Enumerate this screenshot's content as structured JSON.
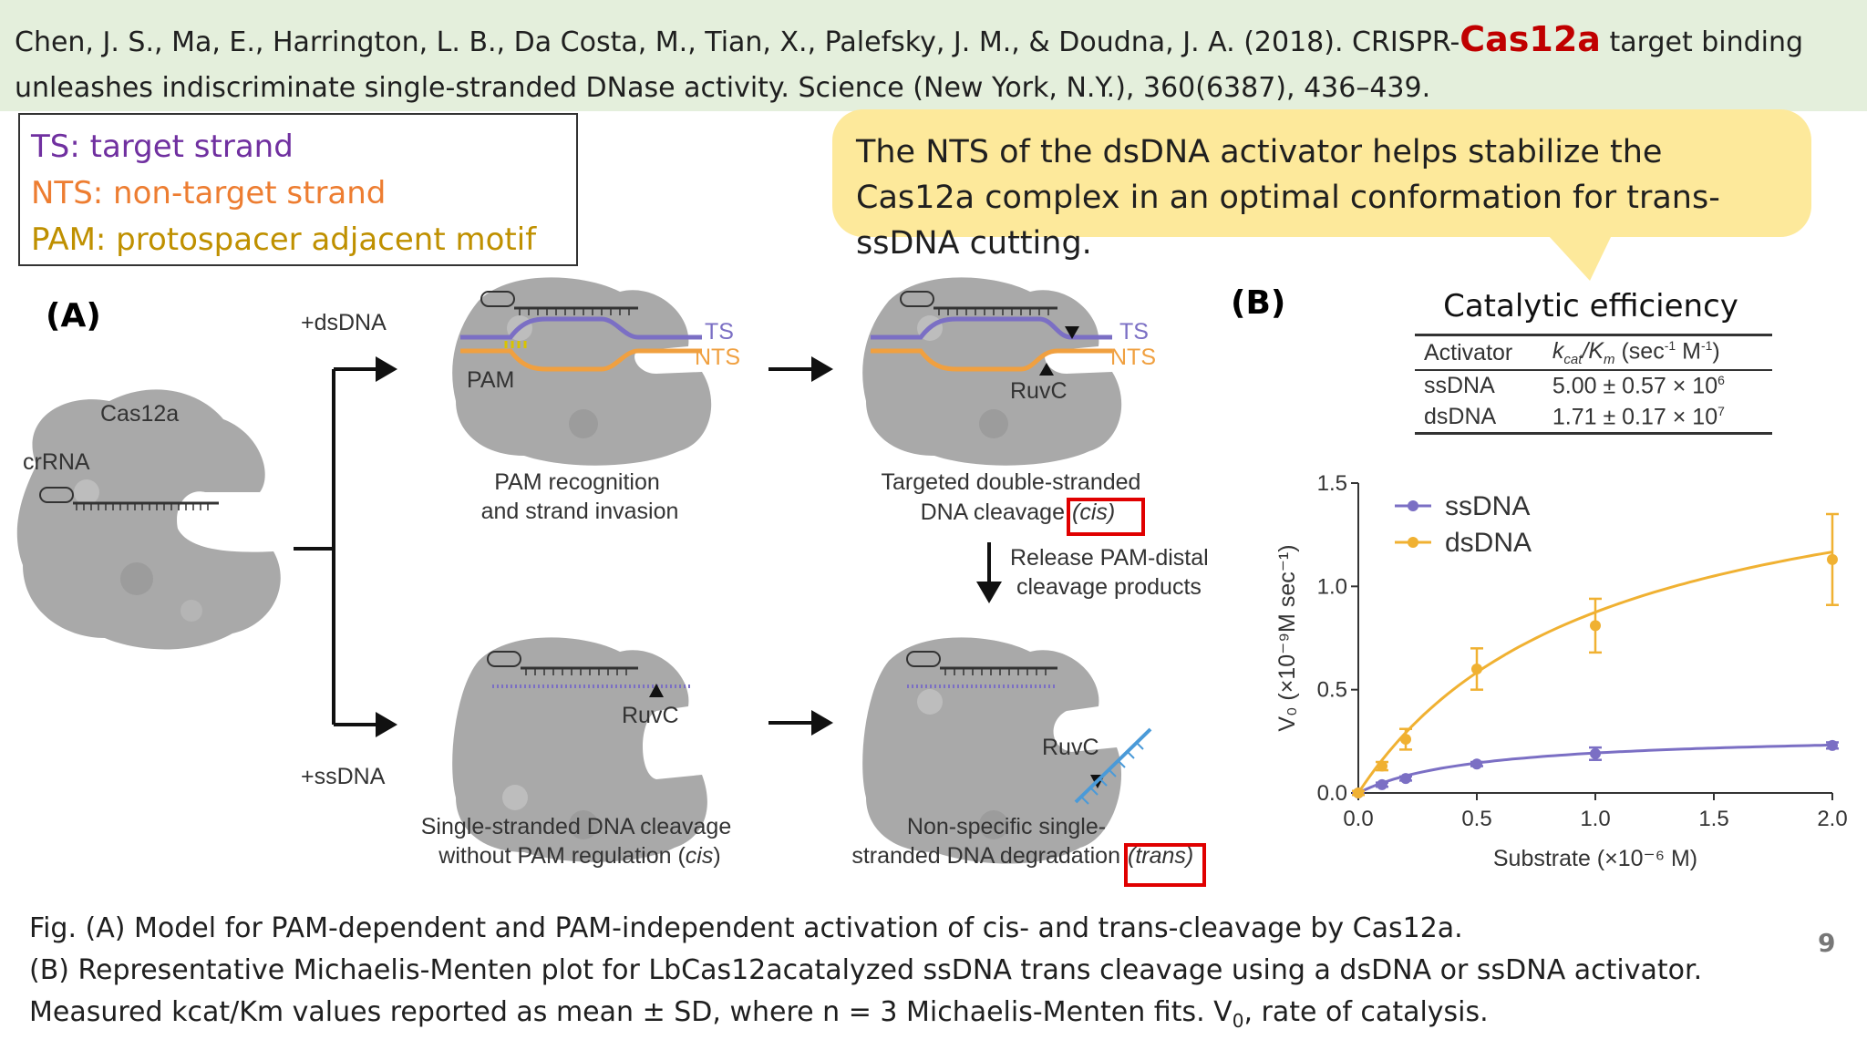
{
  "citation": {
    "prefix": "Chen, J. S., Ma, E., Harrington, L. B., Da Costa, M., Tian, X., Palefsky, J. M., & Doudna, J. A. (2018). CRISPR-",
    "highlight": "Cas12a",
    "suffix": " target binding unleashes indiscriminate single-stranded DNase activity. Science (New York, N.Y.), 360(6387), 436–439."
  },
  "legend": {
    "ts": "TS: target strand",
    "nts": "NTS: non-target strand",
    "pam": "PAM: protospacer adjacent motif"
  },
  "callout": "The NTS of the dsDNA activator helps stabilize the Cas12a complex in an optimal conformation for trans-ssDNA cutting.",
  "panel_a": {
    "label": "(A)",
    "cas12a": "Cas12a",
    "crrna": "crRNA",
    "plus_dsdna": "+dsDNA",
    "plus_ssdna": "+ssDNA",
    "ts": "TS",
    "nts": "NTS",
    "pam": "PAM",
    "ruvc": "RuvC",
    "step1": "PAM recognition\nand strand invasion",
    "step2_line1": "Targeted double-stranded",
    "step2_line2_pre": "DNA cleavage ",
    "step2_cis": "(cis)",
    "release": "Release PAM-distal\ncleavage products",
    "step3_line1": "Single-stranded DNA cleavage",
    "step3_line2_pre": "without PAM regulation (",
    "step3_cis": "cis",
    "step3_line2_post": ")",
    "step4_line1": "Non-specific single-",
    "step4_line2_pre": "stranded DNA degradation",
    "step4_trans": "(trans)"
  },
  "panel_b": {
    "label": "(B)",
    "table_title": "Catalytic efficiency",
    "col_activator": "Activator",
    "col_k": "k",
    "col_k_sub1": "cat",
    "col_k_mid": "/K",
    "col_k_sub2": "m",
    "col_k_unit": " (sec",
    "col_k_sup1": "-1",
    "col_k_unit2": " M",
    "col_k_sup2": "-1",
    "col_k_end": ")",
    "rows": [
      {
        "activator": "ssDNA",
        "value": "5.00 ± 0.57 × 10",
        "exp": "6"
      },
      {
        "activator": "dsDNA",
        "value": "1.71 ± 0.17 × 10",
        "exp": "7"
      }
    ]
  },
  "chart_data": {
    "type": "line",
    "title": "",
    "xlabel": "Substrate (×10⁻⁶ M)",
    "ylabel": "V₀ (×10⁻⁹M sec⁻¹)",
    "xlim": [
      0,
      2.0
    ],
    "ylim": [
      0,
      1.5
    ],
    "x_ticks": [
      "0.0",
      "0.5",
      "1.0",
      "1.5",
      "2.0"
    ],
    "y_ticks": [
      "0.0",
      "0.5",
      "1.0",
      "1.5"
    ],
    "legend_position": "top-left",
    "series": [
      {
        "name": "ssDNA",
        "color": "#7b6fc4",
        "x": [
          0,
          0.1,
          0.2,
          0.5,
          1.0,
          2.0
        ],
        "y": [
          0.0,
          0.04,
          0.07,
          0.14,
          0.19,
          0.23
        ],
        "err": [
          0.005,
          0.01,
          0.01,
          0.01,
          0.03,
          0.015
        ],
        "fit": {
          "vmax": 0.29,
          "km": 0.5
        }
      },
      {
        "name": "dsDNA",
        "color": "#f0b132",
        "x": [
          0,
          0.1,
          0.2,
          0.5,
          1.0,
          2.0
        ],
        "y": [
          0.0,
          0.13,
          0.26,
          0.6,
          0.81,
          1.13
        ],
        "err": [
          0.01,
          0.02,
          0.05,
          0.1,
          0.13,
          0.22
        ],
        "fit": {
          "vmax": 1.75,
          "km": 1.0
        }
      }
    ]
  },
  "caption": {
    "line1": "Fig. (A) Model for PAM-dependent and PAM-independent activation of cis- and trans-cleavage by Cas12a.",
    "line2": "(B) Representative Michaelis-Menten plot for LbCas12acatalyzed ssDNA trans cleavage using a dsDNA or ssDNA activator.",
    "line3_pre": "Measured kcat/Km values reported as mean ",
    "line3_pm": "±",
    "line3_mid": " SD, where n = 3 Michaelis-Menten fits. V",
    "line3_sub": "0",
    "line3_post": ", rate of catalysis."
  },
  "page_number": "9",
  "colors": {
    "citation_bg": "#e4efdc",
    "callout_bg": "#fde99b",
    "ts": "#7030a0",
    "nts": "#ed7d31",
    "pam": "#bf9000",
    "highlight": "#c00000"
  }
}
